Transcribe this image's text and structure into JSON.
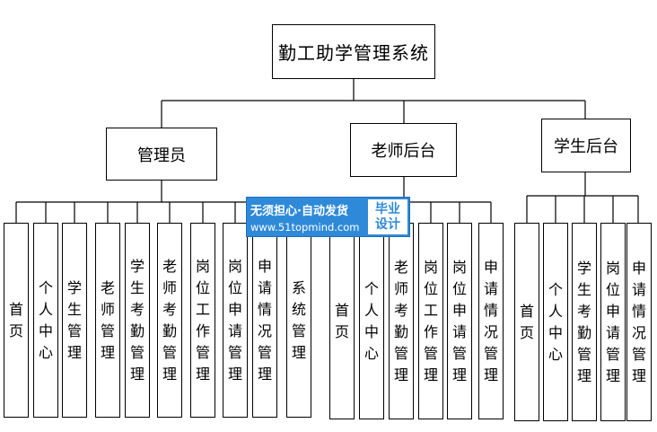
{
  "root": {
    "label": "勤工助学管理系统"
  },
  "groups": [
    {
      "label": "管理员",
      "children": [
        "首页",
        "个人中心",
        "学生管理",
        "老师管理",
        "学生考勤管理",
        "老师考勤管理",
        "岗位工作管理",
        "岗位申请管理",
        "申请情况管理",
        "系统管理"
      ]
    },
    {
      "label": "老师后台",
      "children": [
        "首页",
        "个人中心",
        "老师考勤管理",
        "岗位工作管理",
        "岗位申请管理",
        "申请情况管理"
      ]
    },
    {
      "label": "学生后台",
      "children": [
        "首页",
        "个人中心",
        "学生考勤管理",
        "岗位申请管理",
        "申请情况管理"
      ]
    }
  ],
  "watermark": {
    "line1": "无须担心·自动发货",
    "line2": "www.51topmind.com",
    "badge_line1": "毕业",
    "badge_line2": "设计"
  }
}
